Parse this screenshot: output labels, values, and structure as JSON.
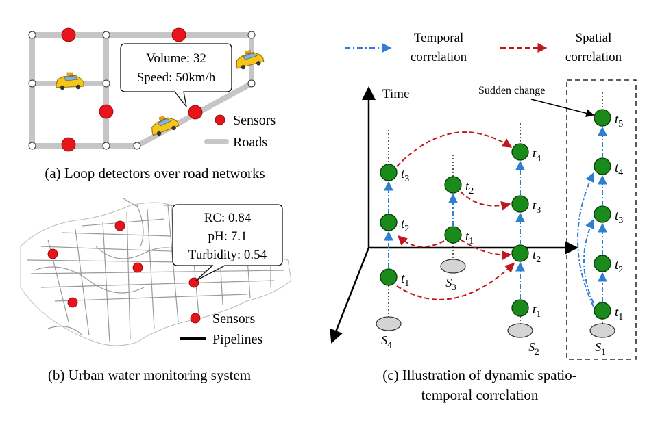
{
  "panel_a": {
    "callout_line1": "Volume: 32",
    "callout_line2": "Speed: 50km/h",
    "legend_sensors": "Sensors",
    "legend_roads": "Roads",
    "caption": "(a) Loop detectors over road networks"
  },
  "panel_b": {
    "callout_line1": "RC: 0.84",
    "callout_line2": "pH: 7.1",
    "callout_line3": "Turbidity: 0.54",
    "legend_sensors": "Sensors",
    "legend_pipelines": "Pipelines",
    "caption": "(b) Urban water monitoring system"
  },
  "panel_c": {
    "legend_temporal_line1": "Temporal",
    "legend_temporal_line2": "correlation",
    "legend_spatial_line1": "Spatial",
    "legend_spatial_line2": "correlation",
    "axis_time": "Time",
    "sudden_change": "Sudden change",
    "time_label": "t",
    "sensor_label": "S",
    "caption_line1": "(c) Illustration of dynamic spatio-",
    "caption_line2": "temporal correlation",
    "sensors": [
      {
        "name": "S4",
        "sub": "4",
        "times": [
          "1",
          "2",
          "3"
        ]
      },
      {
        "name": "S3",
        "sub": "3",
        "times": [
          "1",
          "2"
        ]
      },
      {
        "name": "S2",
        "sub": "2",
        "times": [
          "1",
          "2",
          "3",
          "4"
        ]
      },
      {
        "name": "S1",
        "sub": "1",
        "times": [
          "1",
          "2",
          "3",
          "4",
          "5"
        ]
      }
    ]
  },
  "colors": {
    "sensor_red": "#e8141b",
    "node_green": "#1a8a1a",
    "temporal_blue": "#2e7fd0",
    "spatial_red": "#c0161d",
    "road_gray": "#c6c6c6"
  }
}
